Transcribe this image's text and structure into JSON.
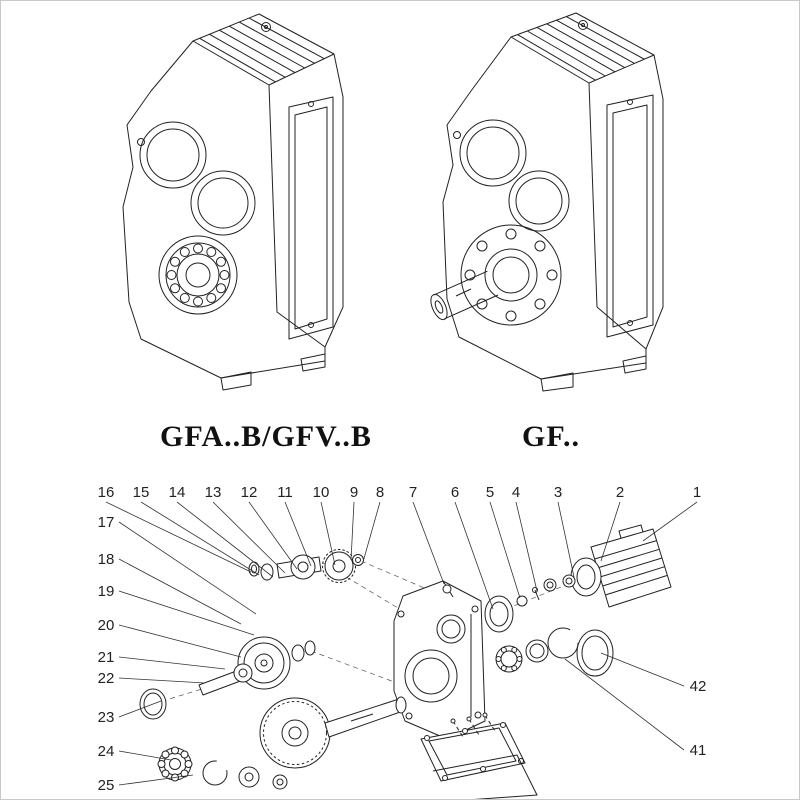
{
  "products": {
    "left_model_label": "GFA..B/GFV..B",
    "right_model_label": "GF.."
  },
  "exploded": {
    "top_numbers": [
      "16",
      "15",
      "14",
      "13",
      "12",
      "11",
      "10",
      "9",
      "8",
      "7",
      "6",
      "5",
      "4",
      "3",
      "2",
      "1"
    ],
    "left_numbers": [
      "17",
      "18",
      "19",
      "20",
      "21",
      "22",
      "23",
      "24",
      "25"
    ],
    "right_numbers": [
      "42",
      "41"
    ]
  },
  "colors": {
    "line": "#222222",
    "background": "#ffffff",
    "border": "#c9c9c9"
  }
}
